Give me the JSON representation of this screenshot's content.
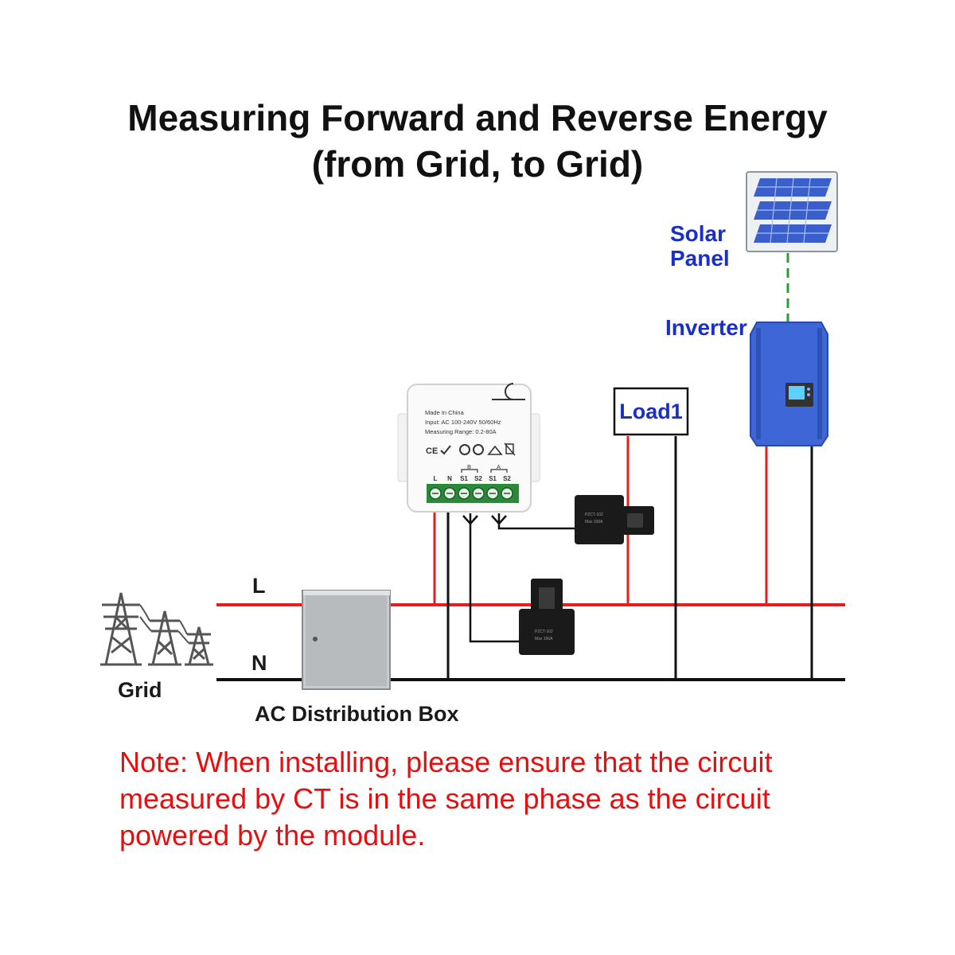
{
  "title": {
    "line1": "Measuring  Forward and Reverse Energy",
    "line2": "(from Grid, to Grid)"
  },
  "labels": {
    "solar_line1": "Solar",
    "solar_line2": "Panel",
    "inverter": "Inverter",
    "load": "Load1",
    "line_l": "L",
    "line_n": "N",
    "grid": "Grid",
    "ac_box": "AC Distribution Box"
  },
  "module": {
    "made_in": "Made In China",
    "input": "Input: AC 100-240V 50/60Hz",
    "range": "Measuring Range: 0.2-80A",
    "terminals": [
      "L",
      "N",
      "S1",
      "S2",
      "S1",
      "S2"
    ],
    "ct_b": "B",
    "ct_a": "A"
  },
  "note": {
    "prefix": "Note:",
    "line1": " When installing, please ensure that the circuit",
    "line2": "measured by CT is in the same phase as the circuit",
    "line3": "powered by the module."
  },
  "colors": {
    "live_wire": "#e61e1e",
    "neutral_wire": "#111111",
    "inverter": "#3f66d6",
    "solar_cell": "#3a5fcc",
    "dashed_link": "#2e9a3a",
    "note_text": "#e60e0e",
    "label_blue": "#1a2fc8"
  }
}
